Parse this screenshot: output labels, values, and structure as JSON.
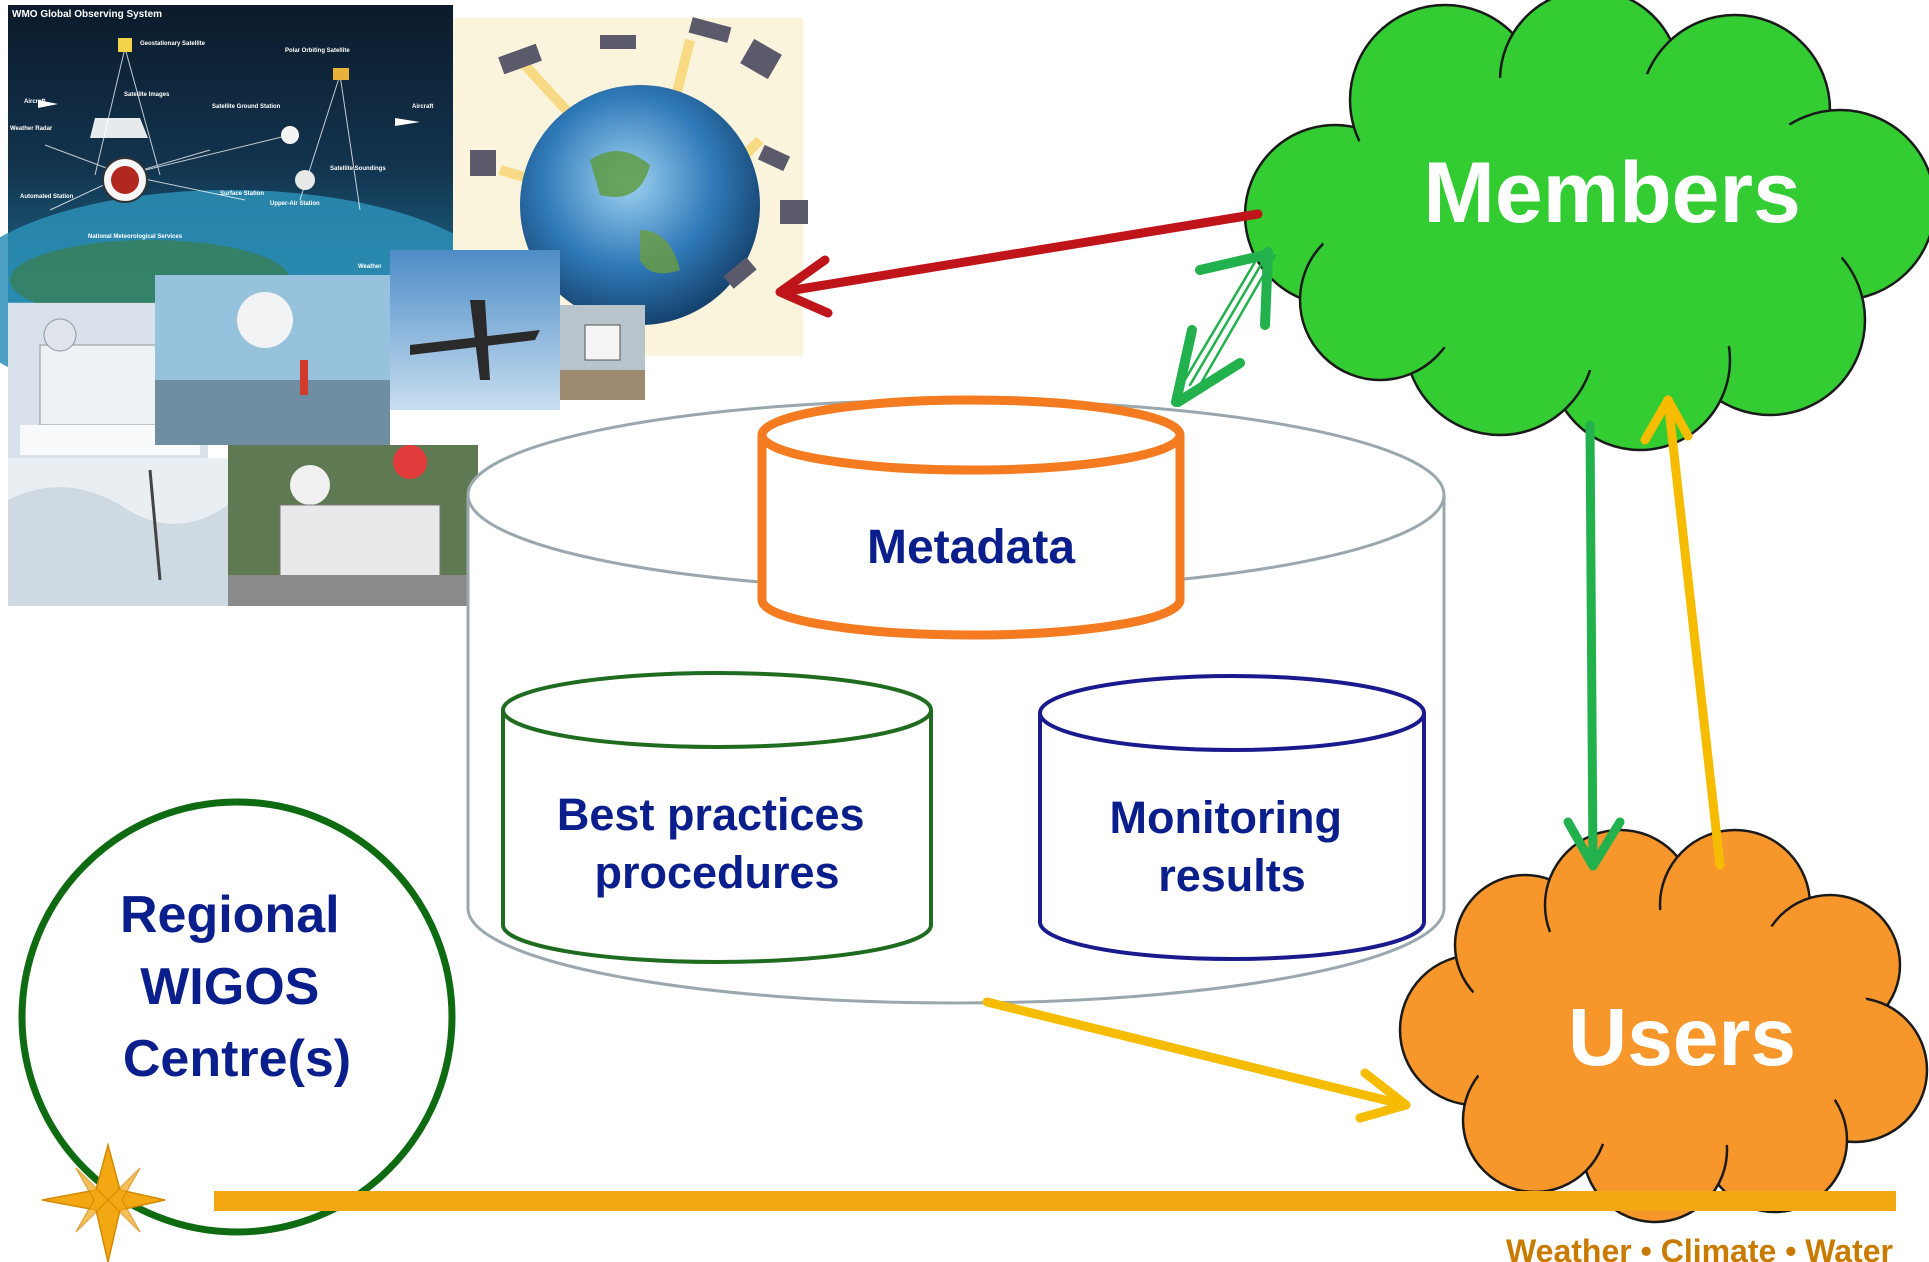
{
  "diagram": {
    "photo_collage": {
      "title": "WMO Global Observing System",
      "labels": [
        "Geostationary Satellite",
        "Polar Orbiting Satellite",
        "Satellite Images",
        "Aircraft",
        "Satellite Ground Station",
        "Aircraft",
        "Weather Radar",
        "Satellite Soundings",
        "Automated Station",
        "Surface Station",
        "Upper-Air Station",
        "National Meteorological Services",
        "Weather"
      ]
    },
    "database": {
      "metadata": "Metadata",
      "best_practices_lines": [
        "Best practices",
        "procedures"
      ],
      "monitoring_lines": [
        "Monitoring",
        "results"
      ]
    },
    "members_cloud": {
      "label": "Members",
      "color": "#33cc33"
    },
    "users_cloud": {
      "label": "Users",
      "color": "#f7962b"
    },
    "regional_centre_lines": [
      "Regional",
      "WIGOS",
      "Centre(s)"
    ],
    "footer": {
      "tagline": "Weather • Climate • Water"
    },
    "colors": {
      "navy_text": "#0b1f8c",
      "metadata_outline": "#f47b20",
      "best_practices_outline": "#1f6b1f",
      "monitoring_outline": "#1a1a8c",
      "regional_outline": "#0f6b12",
      "red_arrow": "#c0141b",
      "green_arrow": "#22b14c",
      "yellow_arrow": "#f5bc00",
      "footer_bar": "#f3a712"
    }
  }
}
